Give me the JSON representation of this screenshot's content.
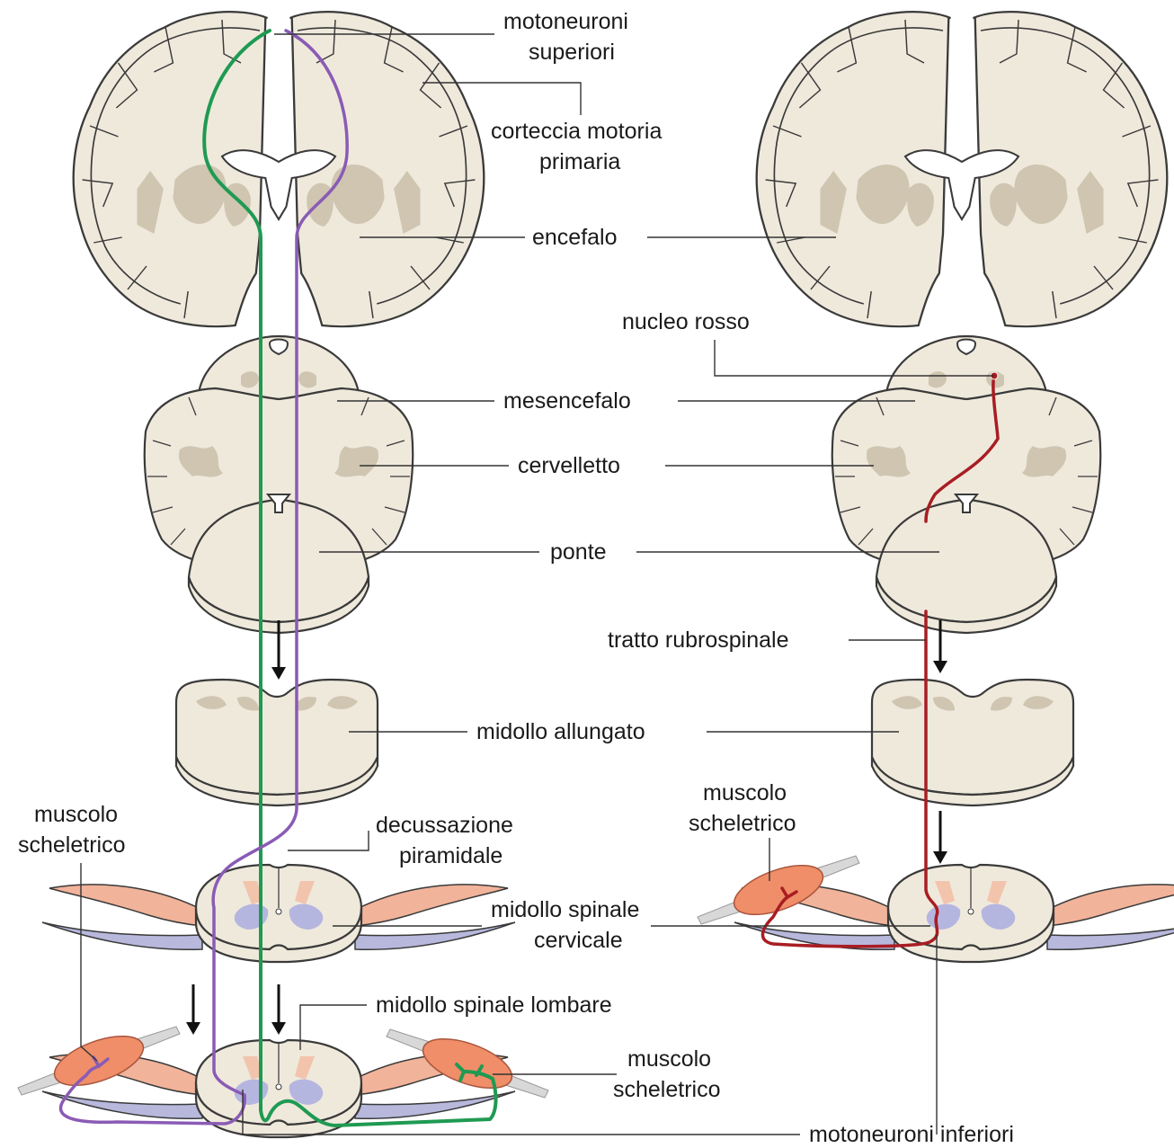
{
  "labels": {
    "motoneuroni_superiori_l1": "motoneuroni",
    "motoneuroni_superiori_l2": "superiori",
    "corteccia_l1": "corteccia motoria",
    "corteccia_l2": "primaria",
    "encefalo": "encefalo",
    "nucleo_rosso": "nucleo rosso",
    "mesencefalo": "mesencefalo",
    "cervelletto": "cervelletto",
    "ponte": "ponte",
    "tratto_rubrospinale": "tratto rubrospinale",
    "midollo_allungato": "midollo allungato",
    "muscolo_left_l1": "muscolo",
    "muscolo_left_l2": "scheletrico",
    "muscolo_right_l1": "muscolo",
    "muscolo_right_l2": "scheletrico",
    "decussazione_l1": "decussazione",
    "decussazione_l2": "piramidale",
    "midollo_cervicale_l1": "midollo spinale",
    "midollo_cervicale_l2": "cervicale",
    "midollo_lombare": "midollo spinale lombare",
    "muscolo_lombare_l1": "muscolo",
    "muscolo_lombare_l2": "scheletrico",
    "motoneuroni_inferiori": "motoneuroni inferiori"
  },
  "colors": {
    "green_pathway": "#1f9a52",
    "purple_pathway": "#8a5bb5",
    "red_pathway": "#a81d23",
    "tissue": "#efe9dc",
    "muscle": "#ef8e69"
  }
}
